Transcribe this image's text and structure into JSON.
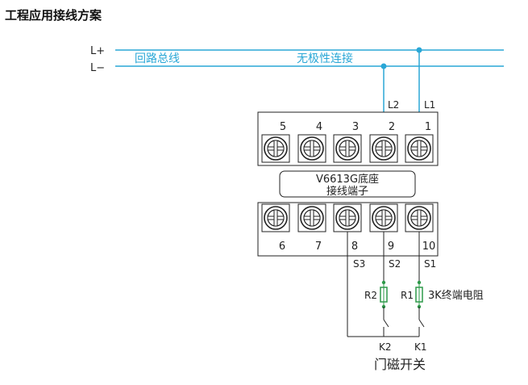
{
  "title": "工程应用接线方案",
  "bus": {
    "l_plus": "L+",
    "l_minus": "L−",
    "loop_bus_label": "回路总线",
    "nonpolar_label": "无极性连接"
  },
  "colors": {
    "bus_wire": "#2aa7d6",
    "resistor": "#2e9a4a",
    "wire": "#222222"
  },
  "device": {
    "name_line1": "V6613G底座",
    "name_line2": "接线端子",
    "top_terminals": [
      "5",
      "4",
      "3",
      "2",
      "1"
    ],
    "bottom_terminals": [
      "6",
      "7",
      "8",
      "9",
      "10"
    ]
  },
  "line_labels": {
    "l2": "L2",
    "l1": "L1"
  },
  "signal_labels": {
    "s3": "S3",
    "s2": "S2",
    "s1": "S1"
  },
  "resistors": {
    "r2": "R2",
    "r1": "R1",
    "r1_desc": "3K终端电阻"
  },
  "switches": {
    "k2": "K2",
    "k1": "K1",
    "caption": "门磁开关"
  }
}
